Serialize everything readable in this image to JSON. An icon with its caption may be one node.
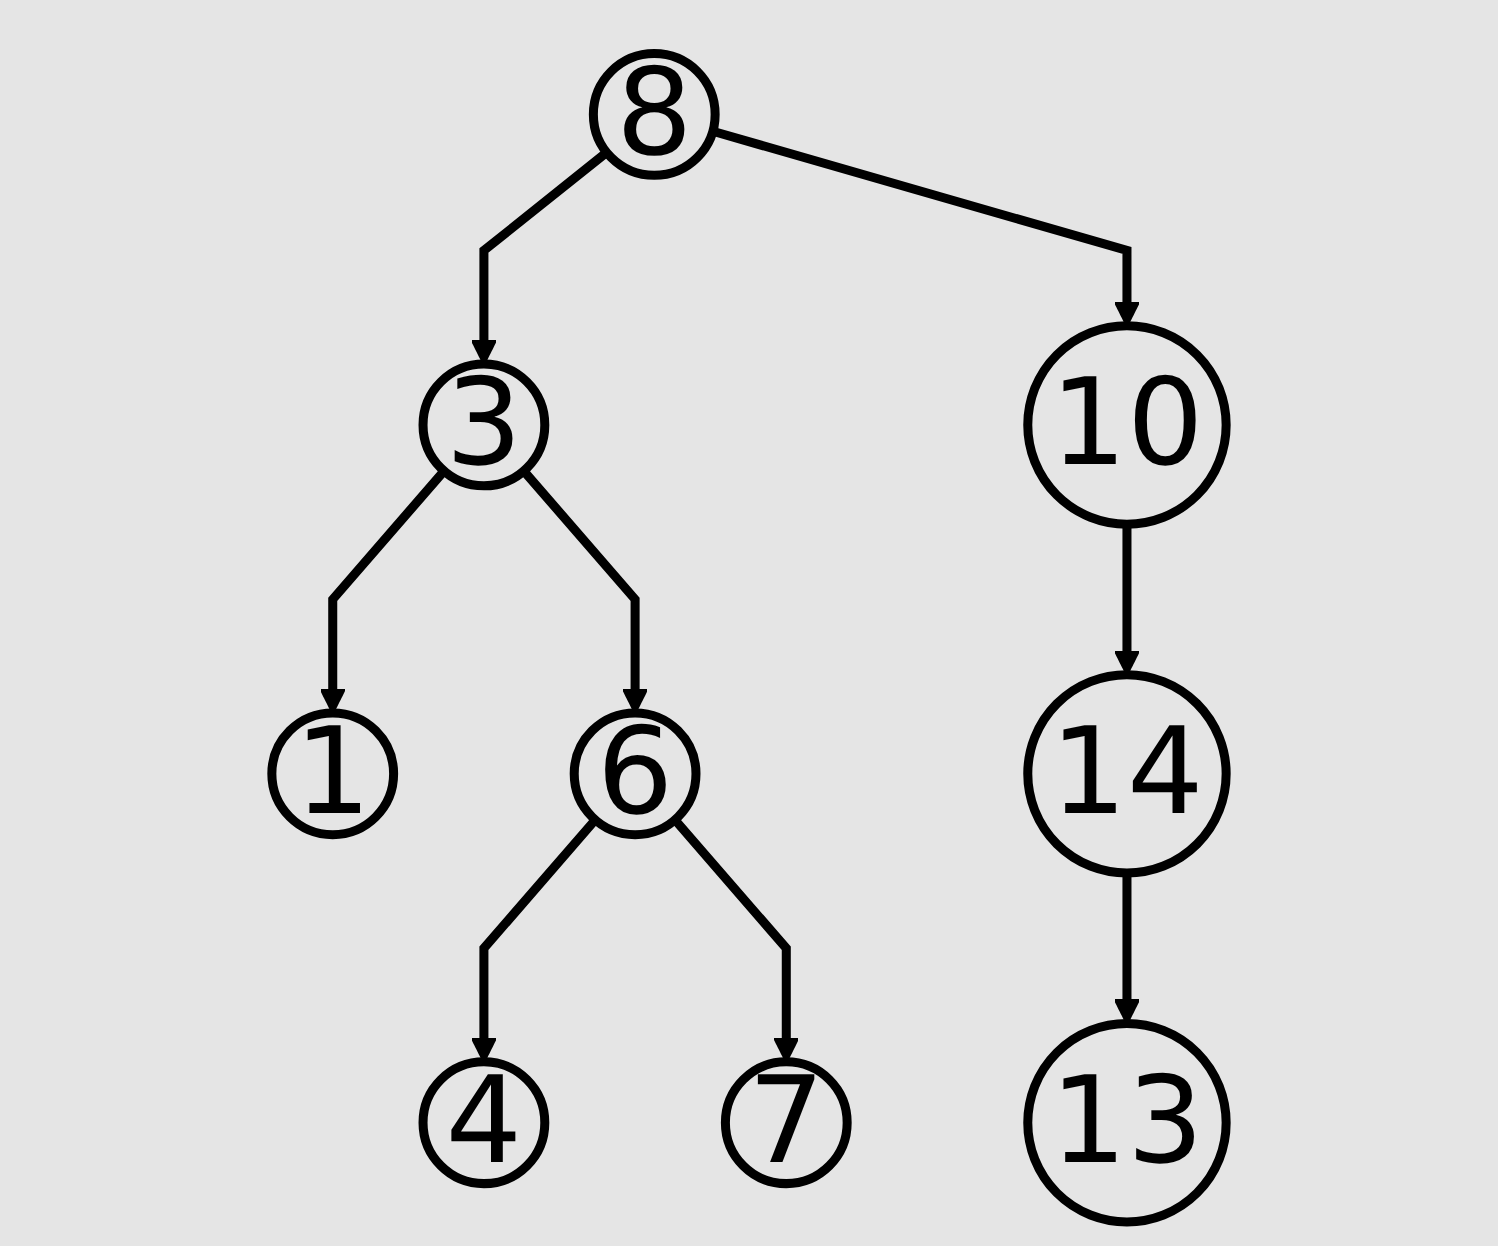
{
  "diagram": {
    "nodes": [
      {
        "text": [
          "8"
        ]
      },
      {
        "text": [
          "3"
        ]
      },
      {
        "text": [
          "10"
        ]
      },
      {
        "text": [
          "1"
        ]
      },
      {
        "text": [
          "6"
        ]
      },
      {
        "text": [
          "14"
        ]
      },
      {
        "text": [
          "4"
        ]
      },
      {
        "text": [
          "7"
        ]
      },
      {
        "text": [
          "13"
        ]
      }
    ],
    "edges": [
      {
        "from": 0,
        "to": 1,
        "arrow": "to"
      },
      {
        "from": 0,
        "to": 2,
        "arrow": "to"
      },
      {
        "from": 1,
        "to": 3,
        "arrow": "to"
      },
      {
        "from": 1,
        "to": 4,
        "arrow": "to"
      },
      {
        "from": 2,
        "to": 5,
        "arrow": "to"
      },
      {
        "from": 4,
        "to": 6,
        "arrow": "to"
      },
      {
        "from": 4,
        "to": 7,
        "arrow": "to"
      },
      {
        "from": 5,
        "to": 8,
        "arrow": "to"
      }
    ]
  }
}
